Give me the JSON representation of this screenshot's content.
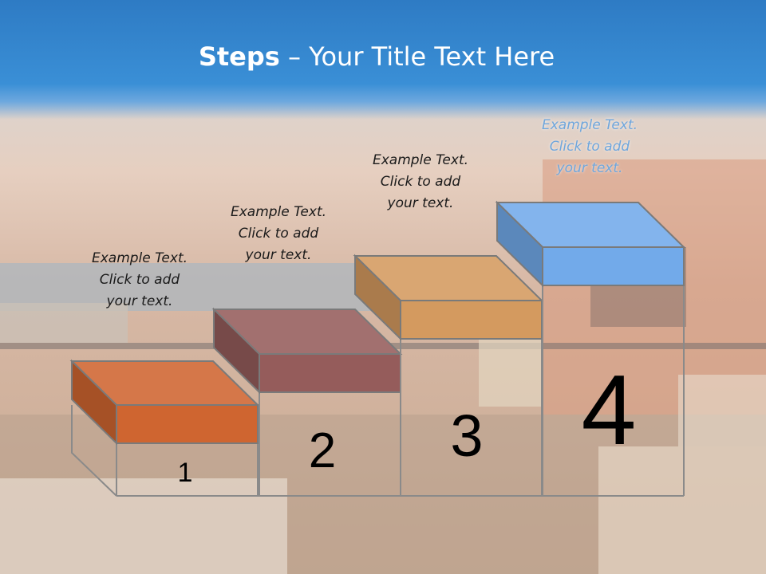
{
  "title": {
    "bold": "Steps",
    "rest": " – Your Title Text Here"
  },
  "steps": [
    {
      "number": "1",
      "caption": [
        "Example Text.",
        "Click  to add",
        "your text."
      ],
      "color": "#cf6530"
    },
    {
      "number": "2",
      "caption": [
        "Example Text.",
        "Click  to add",
        "your text."
      ],
      "color": "#955c5b"
    },
    {
      "number": "3",
      "caption": [
        "Example Text.",
        "Click  to add",
        "your text."
      ],
      "color": "#d49a5f"
    },
    {
      "number": "4",
      "caption": [
        "Example Text.",
        "Click  to add",
        "your text."
      ],
      "color": "#72aaea"
    }
  ]
}
